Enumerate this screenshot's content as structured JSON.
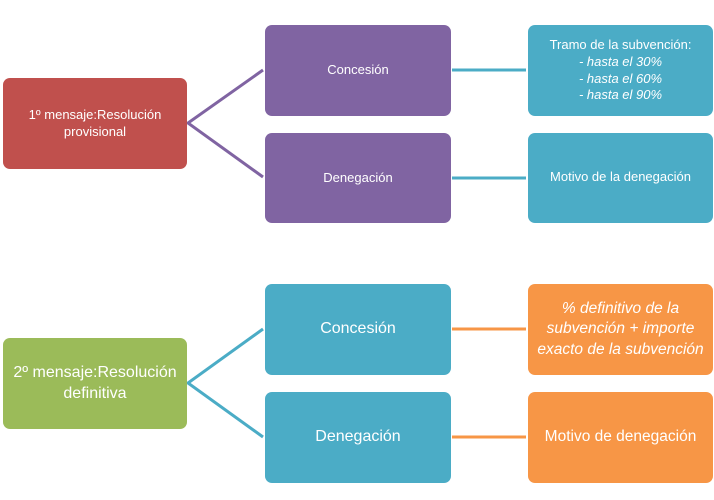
{
  "diagram": {
    "group1": {
      "root": {
        "label_line1": "1º mensaje:Resolución",
        "label_line2": "provisional",
        "color": "#c0504d"
      },
      "branches": [
        {
          "label": "Concesión",
          "color": "#8064a2",
          "detail": {
            "title": "Tramo de la subvención:",
            "items": [
              "- hasta el 30%",
              "- hasta el 60%",
              "- hasta el 90%"
            ],
            "color": "#4bacc6"
          }
        },
        {
          "label": "Denegación",
          "color": "#8064a2",
          "detail": {
            "title": "Motivo de la denegación",
            "color": "#4bacc6"
          }
        }
      ],
      "connector_color": "#8064a2",
      "detail_connector_color": "#4bacc6"
    },
    "group2": {
      "root": {
        "label_line1": "2º mensaje:Resolución",
        "label_line2": "definitiva",
        "color": "#9bbb59"
      },
      "branches": [
        {
          "label": "Concesión",
          "color": "#4bacc6",
          "detail": {
            "text": "% definitivo de la subvención + importe exacto de la subvención",
            "color": "#f79646"
          }
        },
        {
          "label": "Denegación",
          "color": "#4bacc6",
          "detail": {
            "title": "Motivo de denegación",
            "color": "#f79646"
          }
        }
      ],
      "connector_color": "#4bacc6",
      "detail_connector_color": "#f79646"
    }
  }
}
